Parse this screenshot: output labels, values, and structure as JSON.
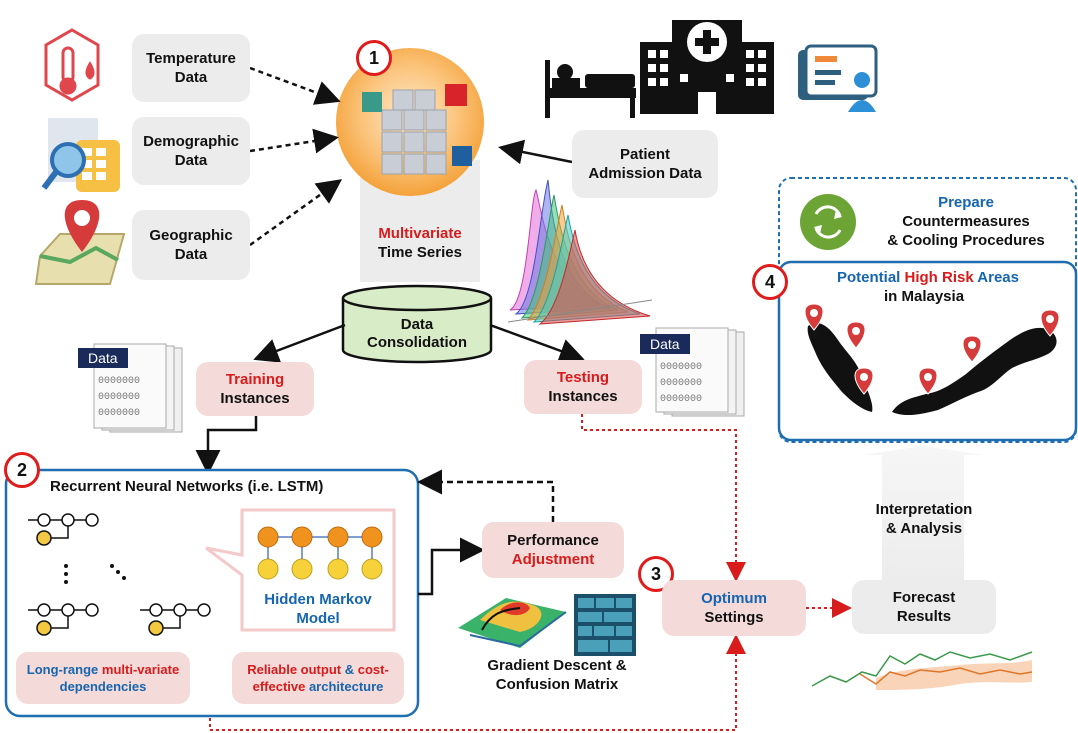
{
  "inputs": {
    "temperature": [
      "Temperature",
      "Data"
    ],
    "demographic": [
      "Demographic",
      "Data"
    ],
    "geographic": [
      "Geographic",
      "Data"
    ],
    "patient": [
      "Patient",
      "Admission Data"
    ]
  },
  "series": {
    "line1": "Multivariate",
    "line2": "Time Series"
  },
  "consolidation": [
    "Data",
    "Consolidation"
  ],
  "data_tag": "Data",
  "data_digits": "0000000",
  "training": {
    "line1": "Training",
    "line2": "Instances"
  },
  "testing": {
    "line1": "Testing",
    "line2": "Instances"
  },
  "rnn": {
    "title": "Recurrent Neural Networks (i.e. LSTM)",
    "hmm": [
      "Hidden Markov",
      "Model"
    ],
    "note1": {
      "a": "Long-range ",
      "b": "multi-variate",
      "c": "dependencies"
    },
    "note2": {
      "a": "Reliable output",
      "b": " & ",
      "c": "cost-",
      "d": "effective",
      "e": " architecture"
    }
  },
  "performance": {
    "line1": "Performance",
    "line2": "Adjustment"
  },
  "gradient": [
    "Gradient Descent &",
    "Confusion Matrix"
  ],
  "optimum": {
    "line1": "Optimum",
    "line2": "Settings"
  },
  "forecast": [
    "Forecast",
    "Results"
  ],
  "interpretation": [
    "Interpretation",
    "& Analysis"
  ],
  "prepare": {
    "line1": "Prepare",
    "line2": "Countermeasures",
    "line3": "& Cooling Procedures"
  },
  "risk": {
    "a": "Potential ",
    "b": "High Risk",
    "c": " Areas",
    "line2": "in Malaysia"
  },
  "steps": [
    "1",
    "2",
    "3",
    "4"
  ],
  "colors": {
    "red": "#d81b1b",
    "blue": "#1565b0",
    "box_gray": "#ececec",
    "box_pink": "#f5dada",
    "frame_blue": "#1f6fb0"
  }
}
